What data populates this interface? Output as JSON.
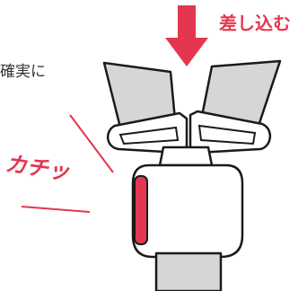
{
  "labels": {
    "insert": "差し込む",
    "click": "カチッ",
    "partial_text": "確実に"
  },
  "colors": {
    "accent_red": "#e4374f",
    "line_dark": "#1a1a1a",
    "strap_fill": "#d6d6d6",
    "sound_line": "#e4374f",
    "background": "#ffffff"
  }
}
